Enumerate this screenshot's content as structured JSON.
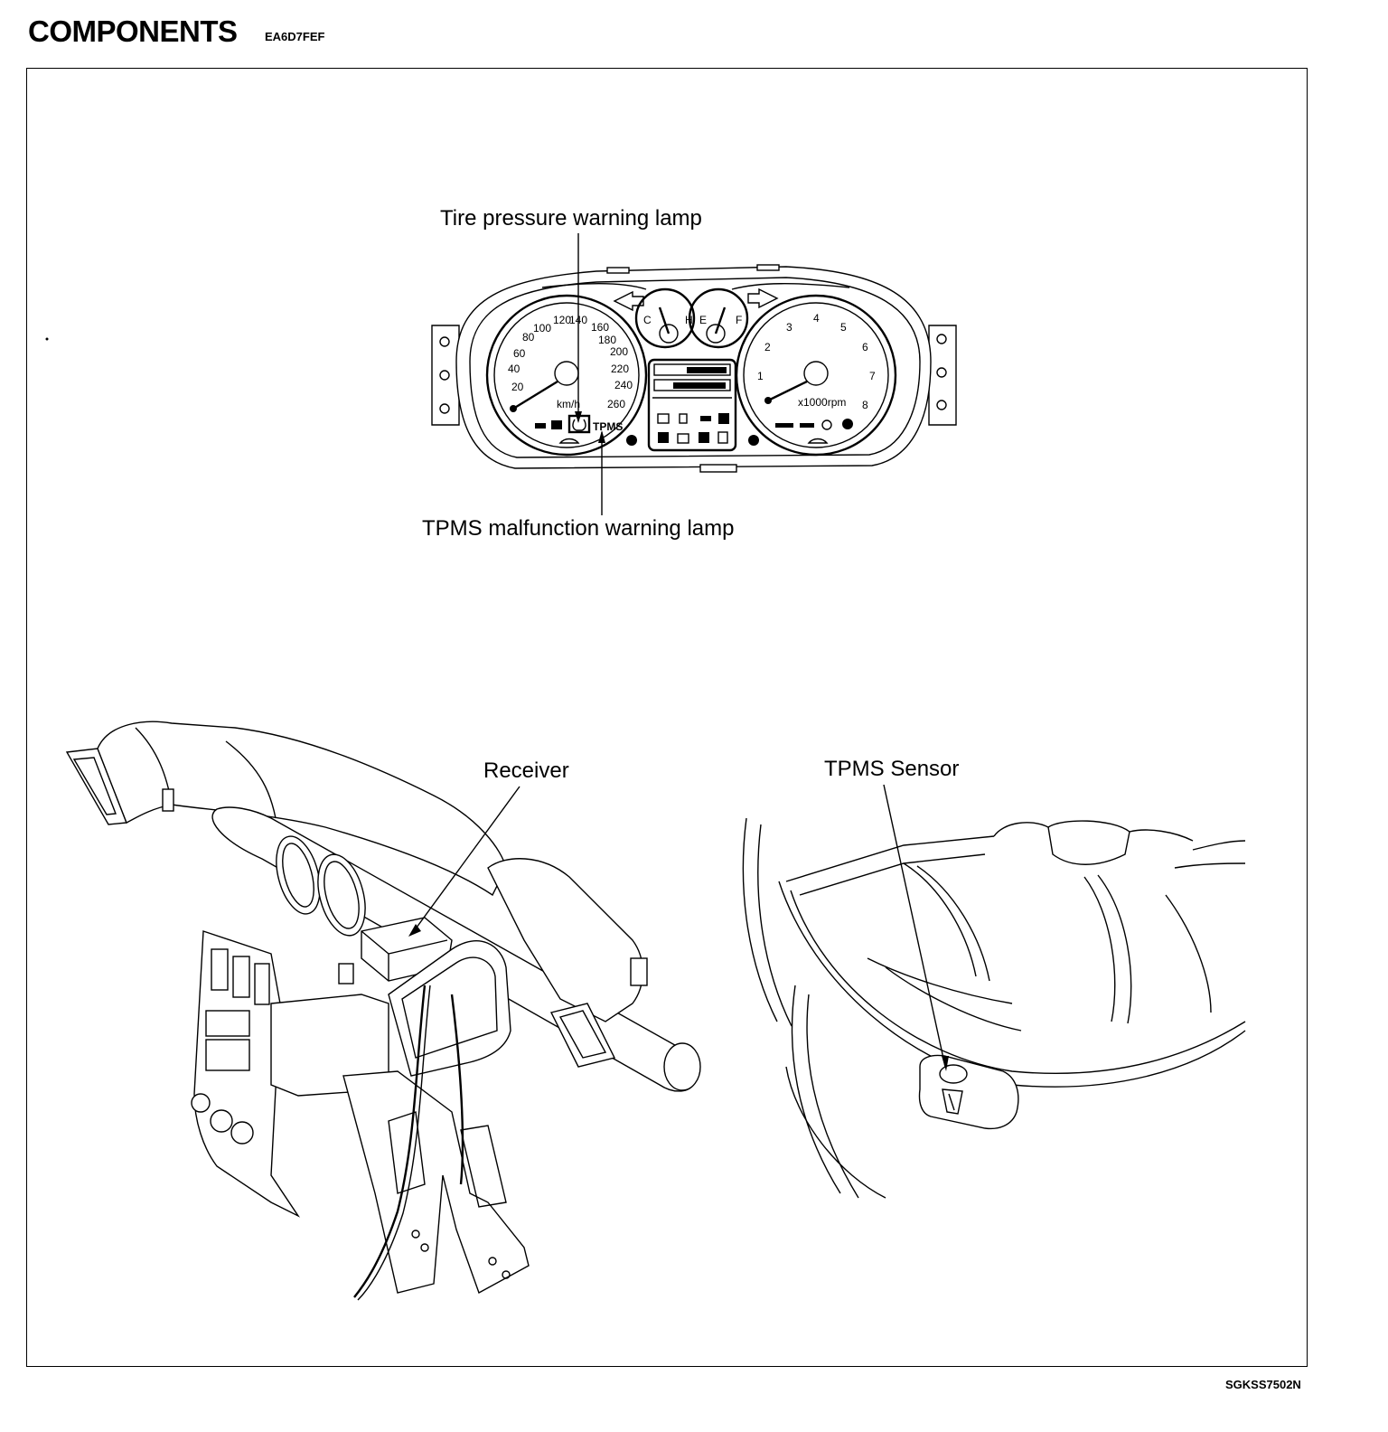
{
  "header": {
    "title": "COMPONENTS",
    "code": "EA6D7FEF"
  },
  "figure_code": "SGKSS7502N",
  "callouts": {
    "tire_pressure_lamp": "Tire pressure warning lamp",
    "tpms_malfunction_lamp": "TPMS malfunction warning lamp",
    "receiver": "Receiver",
    "tpms_sensor": "TPMS Sensor"
  },
  "cluster": {
    "speed_ticks": [
      "20",
      "40",
      "60",
      "80",
      "100",
      "120",
      "140",
      "160",
      "180",
      "200",
      "220",
      "240",
      "260"
    ],
    "speed_unit": "km/h",
    "rpm_ticks": [
      "1",
      "2",
      "3",
      "4",
      "5",
      "6",
      "7",
      "8"
    ],
    "rpm_unit": "x1000rpm",
    "temp_labels": [
      "C",
      "H"
    ],
    "fuel_labels": [
      "E",
      "F"
    ],
    "tpms_text": "TPMS"
  }
}
